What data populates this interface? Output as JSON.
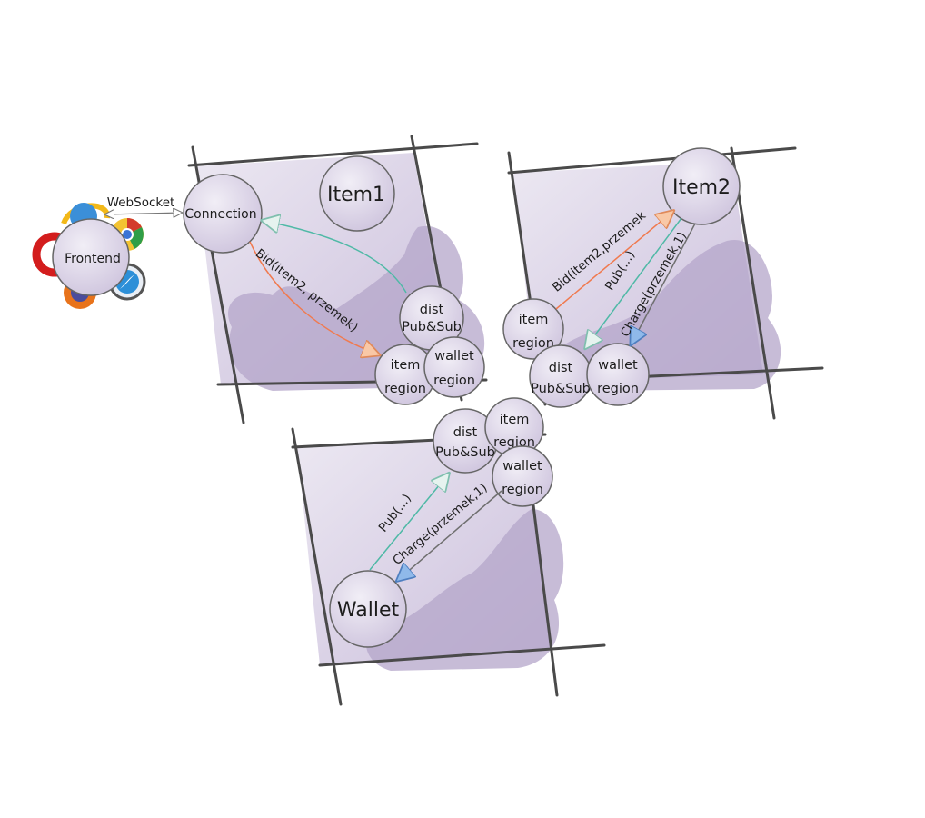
{
  "nodes": {
    "frontend": "Frontend",
    "connection": "Connection",
    "item1": "Item1",
    "item2": "Item2",
    "wallet": "Wallet",
    "node1": {
      "dist_line1": "dist",
      "dist_line2": "Pub&Sub",
      "item_line1": "item",
      "item_line2": "region",
      "wallet_line1": "wallet",
      "wallet_line2": "region"
    },
    "node2": {
      "item_line1": "item",
      "item_line2": "region",
      "dist_line1": "dist",
      "dist_line2": "Pub&Sub",
      "wallet_line1": "wallet",
      "wallet_line2": "region"
    },
    "node3": {
      "dist_line1": "dist",
      "dist_line2": "Pub&Sub",
      "item_line1": "item",
      "item_line2": "region",
      "wallet_line1": "wallet",
      "wallet_line2": "region"
    }
  },
  "edges": {
    "websocket": "WebSocket",
    "bid_1": "Bid(item2, przemek)",
    "bid_2": "Bid(item2,przemek",
    "pub_2": "Pub(...)",
    "charge_2": "Charge(przemek,1)",
    "pub_3": "Pub(...)",
    "charge_3": "Charge(przemek,1)"
  },
  "colors": {
    "panel_fill": "#d9d1e6",
    "blob_fill": "#b4a6ca",
    "bubble_fill": "#ddd6e8",
    "line_dark": "#4a4a4a",
    "arrow_teal": "#4fb9a6",
    "arrow_orange": "#f07a4f",
    "arrow_gray": "#6f6f6f",
    "arrow_blue": "#4f8fd8"
  },
  "icons": [
    "browser-icons"
  ]
}
